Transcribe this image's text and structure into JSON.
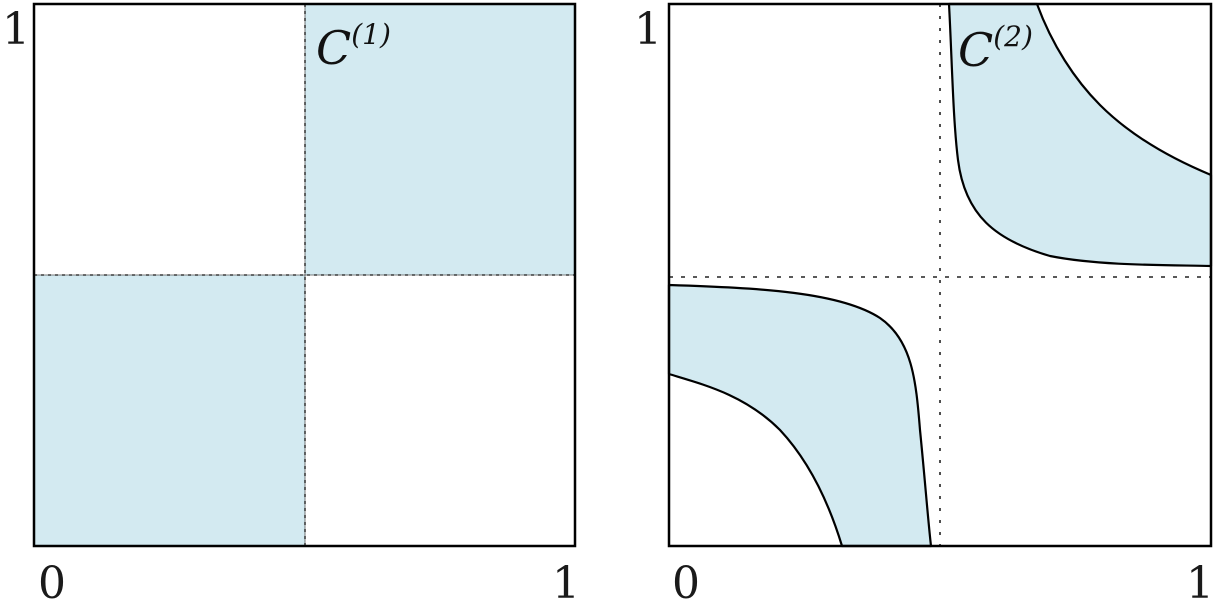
{
  "colors": {
    "fill": "#d3eaf1",
    "stroke": "#000000",
    "background": "#ffffff"
  },
  "panels": [
    {
      "id": "left",
      "region_label": "C",
      "region_superscript": "(1)",
      "axis": {
        "x_min_label": "0",
        "x_max_label": "1",
        "y_max_label": "1"
      },
      "description": "Unit square split at 0.5; top-right and bottom-left quadrants shaded"
    },
    {
      "id": "right",
      "region_label": "C",
      "region_superscript": "(2)",
      "axis": {
        "x_min_label": "0",
        "x_max_label": "1",
        "y_max_label": "1"
      },
      "description": "Unit square with dotted lines at 0.5; curved shaded bands in top-right and bottom-left"
    }
  ]
}
